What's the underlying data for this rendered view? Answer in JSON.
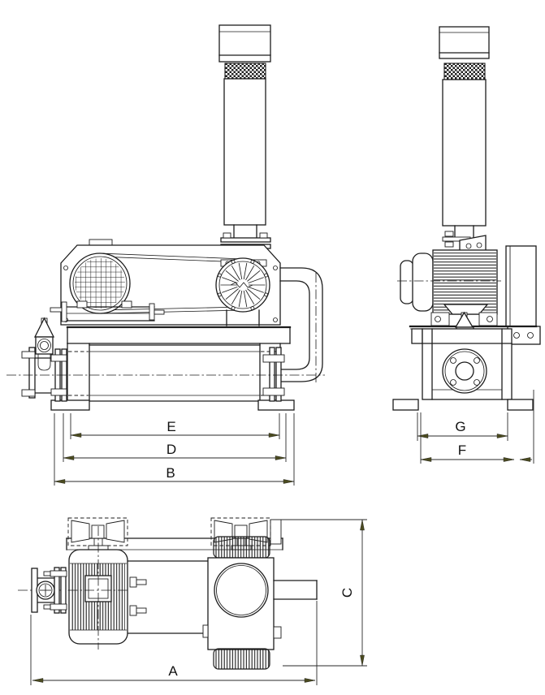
{
  "dimensions": {
    "A": "A",
    "B": "B",
    "C": "C",
    "D": "D",
    "E": "E",
    "F": "F",
    "G": "G"
  },
  "colors": {
    "line": "#1c1c1c",
    "background": "#ffffff",
    "arrowhead": "#4b4b20"
  }
}
